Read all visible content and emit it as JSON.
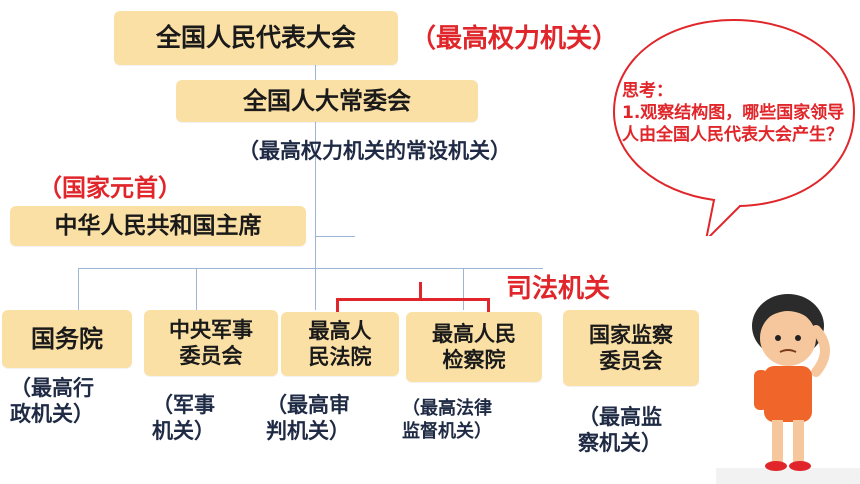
{
  "diagram": {
    "top": {
      "npc": "全国人民代表大会",
      "npc_note": "（最高权力机关）"
    },
    "standing": {
      "label": "全国人大常委会",
      "note": "（最高权力机关的常设机关）"
    },
    "president": {
      "note": "（国家元首）",
      "label": "中华人民共和国主席"
    },
    "judicial_label": "司法机关",
    "organs": [
      {
        "label": "国务院",
        "note": "（最高行\n政机关）"
      },
      {
        "label": "中央军事\n委员会",
        "note": "（军事\n机关）"
      },
      {
        "label": "最高人\n民法院",
        "note": "（最高审\n判机关）"
      },
      {
        "label": "最高人民\n检察院",
        "note": "（最高法律\n监督机关）"
      },
      {
        "label": "国家监察\n委员会",
        "note": "（最高监\n察机关）"
      }
    ]
  },
  "thought": {
    "title": "思考：",
    "question": "1.观察结构图，哪些国家领导人由全国人民代表大会产生？"
  },
  "colors": {
    "box_fill": "#fbe0a6",
    "accent_red": "#e0262a",
    "connector": "#9fb6d2"
  }
}
